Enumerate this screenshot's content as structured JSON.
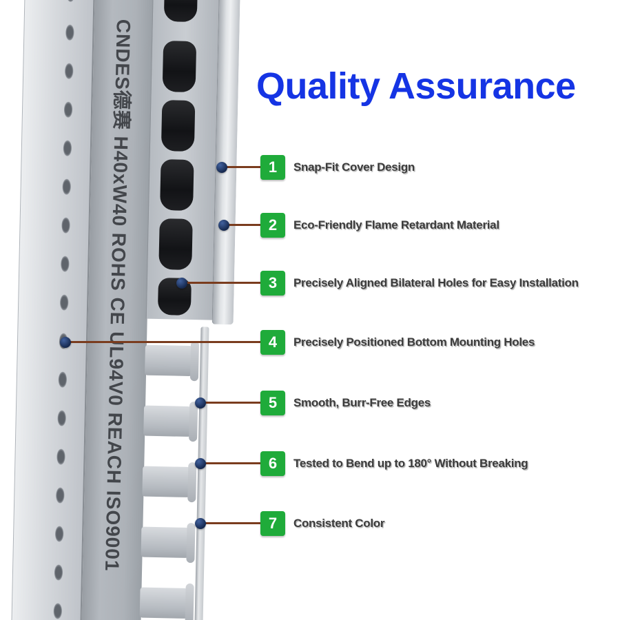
{
  "title": "Quality Assurance",
  "product": {
    "side_text": "CNDES德赛 H40xW40 ROHS CE UL94V0 REACH ISO9001"
  },
  "colors": {
    "title_blue": "#1534e4",
    "callout_green": "#1fab3a",
    "line_brown": "#7a3c1e",
    "dot_navy": "#16294f"
  },
  "callouts": [
    {
      "num": "1",
      "label": "Snap-Fit Cover Design"
    },
    {
      "num": "2",
      "label": "Eco-Friendly Flame Retardant Material"
    },
    {
      "num": "3",
      "label": "Precisely Aligned Bilateral Holes for Easy Installation"
    },
    {
      "num": "4",
      "label": "Precisely Positioned Bottom Mounting Holes"
    },
    {
      "num": "5",
      "label": "Smooth, Burr-Free Edges"
    },
    {
      "num": "6",
      "label": "Tested to Bend up to 180° Without Breaking"
    },
    {
      "num": "7",
      "label": "Consistent Color"
    }
  ]
}
